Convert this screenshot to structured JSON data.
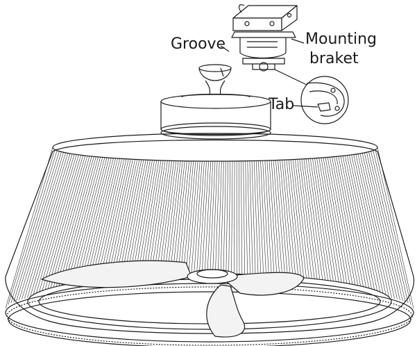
{
  "labels": {
    "groove": "Groove",
    "mounting_line1": "Mounting",
    "mounting_line2": "braket",
    "tab": "Tab"
  },
  "colors": {
    "stroke": "#1a1a1a",
    "background": "#ffffff"
  }
}
